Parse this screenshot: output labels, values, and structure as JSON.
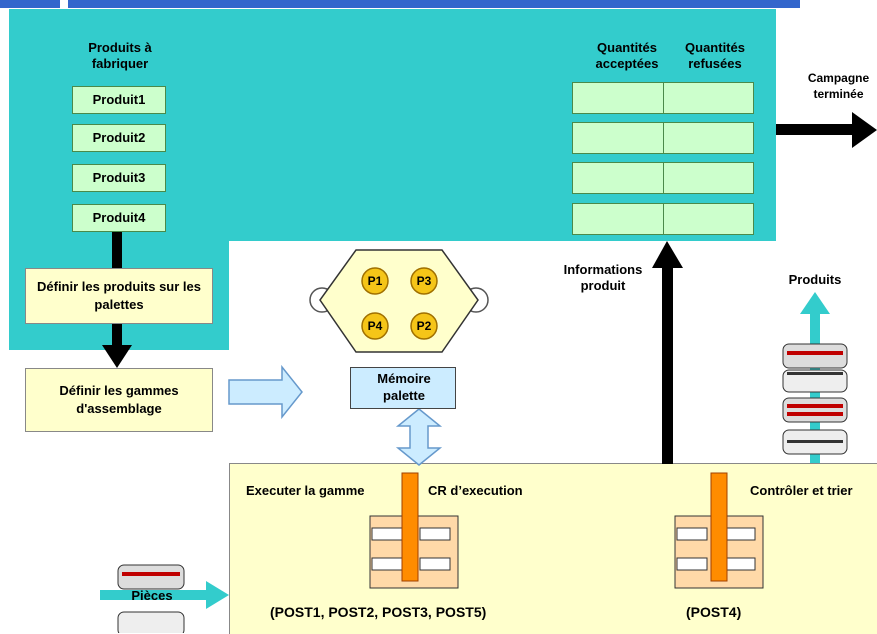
{
  "colors": {
    "teal": "#33cccc",
    "light_green": "#ccffcc",
    "light_yellow": "#ffffcc",
    "blue_bar": "#3366cc",
    "orange": "#ff8c00",
    "cyan_arrow": "#33cccc",
    "light_blue": "#ccecff"
  },
  "top_panel": {
    "produits_title": "Produits à fabriquer",
    "produits": [
      "Produit1",
      "Produit2",
      "Produit3",
      "Produit4"
    ],
    "col_accepted": "Quantités acceptées",
    "col_refused": "Quantités refusées"
  },
  "campagne": "Campagne terminée",
  "definir_produits": "Définir les produits sur les palettes",
  "definir_gammes": "Définir les gammes d'assemblage",
  "palette": {
    "slots": [
      "P1",
      "P3",
      "P4",
      "P2"
    ]
  },
  "memoire_palette": "Mémoire palette",
  "informations_produit": "Informations produit",
  "produits_out": "Produits",
  "bottom": {
    "executer": "Executer la gamme",
    "cr_execution": "CR d’execution",
    "controler": "Contrôler et trier",
    "posts_left": "(POST1, POST2, POST3, POST5)",
    "posts_right": "(POST4)",
    "pieces": "Pièces"
  }
}
